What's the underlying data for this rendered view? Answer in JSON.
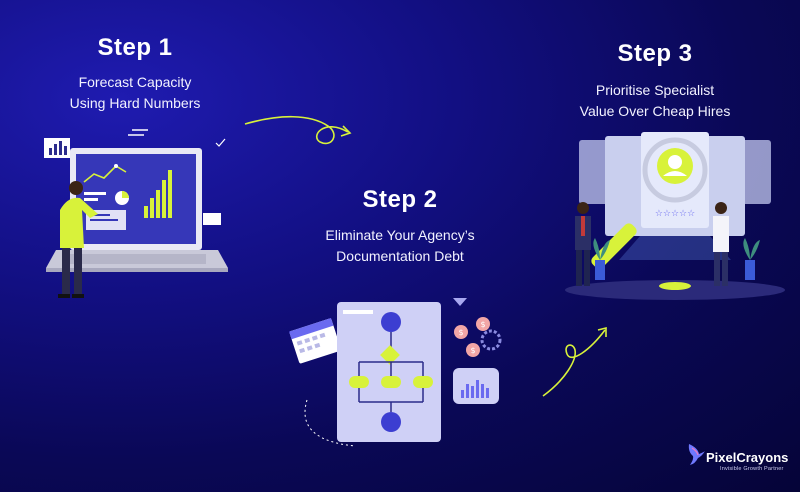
{
  "steps": [
    {
      "title": "Step 1",
      "line1": "Forecast Capacity",
      "line2": "Using Hard Numbers"
    },
    {
      "title": "Step 2",
      "line1": "Eliminate Your Agency’s",
      "line2": "Documentation Debt"
    },
    {
      "title": "Step 3",
      "line1": "Prioritise Specialist",
      "line2": "Value Over Cheap Hires"
    }
  ],
  "brand": {
    "name": "PixelCrayons",
    "tagline": "Invisible Growth Partner",
    "icon": "hummingbird-icon"
  },
  "colors": {
    "accent": "#d8f23a",
    "background": "#120f82",
    "panel": "#3b3aa8"
  }
}
